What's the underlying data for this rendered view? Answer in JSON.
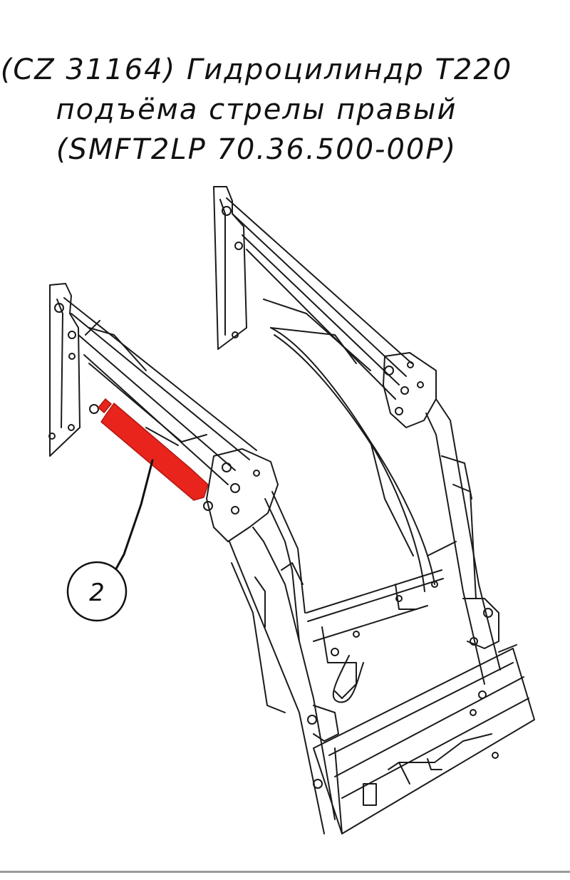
{
  "title": {
    "line1": "(CZ 31164) Гидроцилиндр Т220",
    "line2": "подъёма стрелы правый",
    "line3": "(SMFT2LP 70.36.500-00P)"
  },
  "callout": {
    "number": "2"
  },
  "colors": {
    "highlight": "#e8241c",
    "line": "#1a1a1a",
    "background": "#ffffff"
  }
}
